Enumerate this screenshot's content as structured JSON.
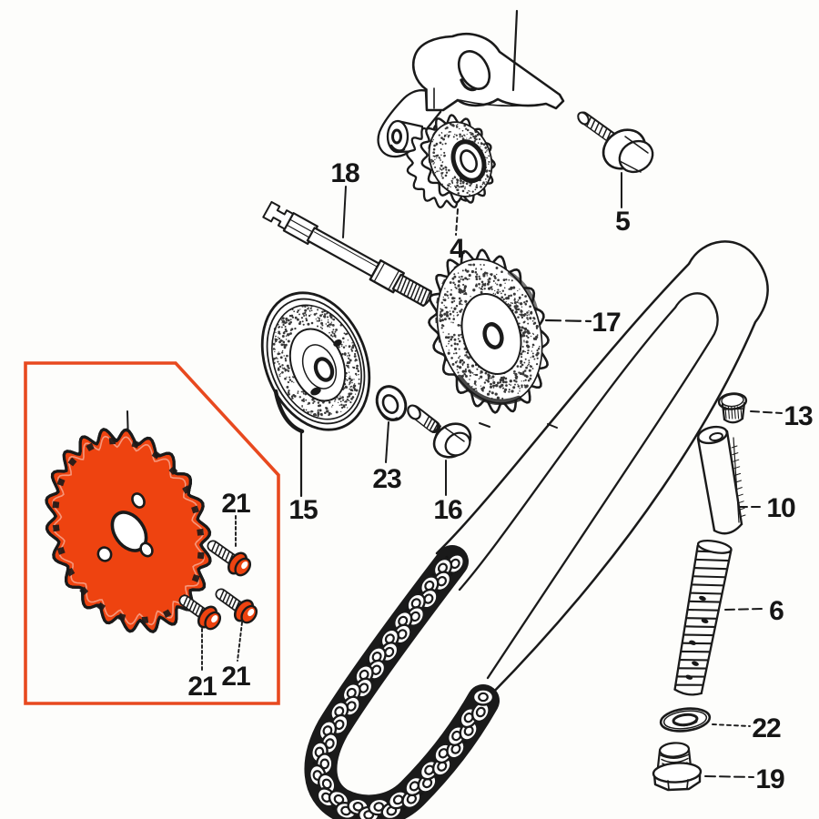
{
  "diagram": {
    "title": "cam-chain-tensioner-exploded-parts-diagram",
    "background_color": "#fdfdfb",
    "line_color": "#1a1a1a",
    "highlight_color": "#ee4310",
    "box_border_color": "#e8491f"
  },
  "parts": [
    {
      "label": "4",
      "name": "tensioner-sprocket"
    },
    {
      "label": "5",
      "name": "tensioner-arm-bolt"
    },
    {
      "label": "6",
      "name": "tensioner-spring"
    },
    {
      "label": "10",
      "name": "tensioner-push-rod"
    },
    {
      "label": "13",
      "name": "tensioner-cap"
    },
    {
      "label": "15",
      "name": "chain-guide-roller"
    },
    {
      "label": "16",
      "name": "flange-bolt"
    },
    {
      "label": "17",
      "name": "cam-sprocket"
    },
    {
      "label": "18",
      "name": "guide-roller-shaft"
    },
    {
      "label": "19",
      "name": "sealing-plug"
    },
    {
      "label": "21",
      "name": "sprocket-bolt-a"
    },
    {
      "label": "21",
      "name": "sprocket-bolt-b"
    },
    {
      "label": "21",
      "name": "sprocket-bolt-c"
    },
    {
      "label": "22",
      "name": "sealing-washer"
    },
    {
      "label": "23",
      "name": "plain-washer"
    }
  ]
}
